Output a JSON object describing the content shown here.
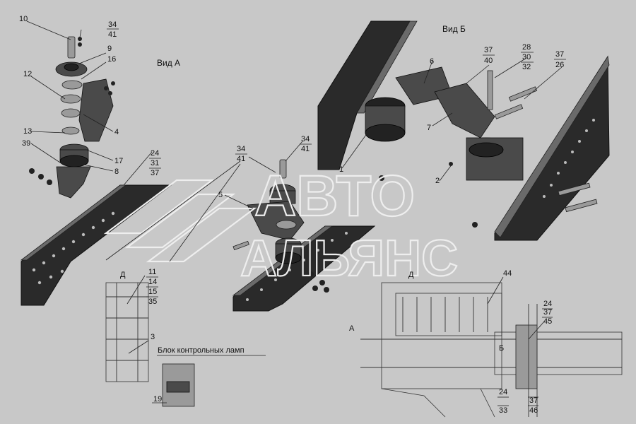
{
  "views": {
    "view_a": "Вид А",
    "view_b": "Вид Б",
    "view_d_left": "Д",
    "view_d_right": "Д",
    "view_a_arrow": "А",
    "view_b_arrow": "Б"
  },
  "watermark": {
    "line1": "АВТО",
    "line2": "АЛЬЯНС"
  },
  "caption": {
    "lamp_block": "Блок контрольных ламп"
  },
  "labels": {
    "l10": "10",
    "l34a": "34",
    "l41a": "41",
    "l9": "9",
    "l16": "16",
    "l12": "12",
    "l4": "4",
    "l13": "13",
    "l17": "17",
    "l39": "39",
    "l8": "8",
    "l24a": "24",
    "l31": "31",
    "l37a": "37",
    "l34b": "34",
    "l41b": "41",
    "l34c": "34",
    "l41c": "41",
    "l5": "5",
    "l6": "6",
    "l37b": "37",
    "l40": "40",
    "l28": "28",
    "l30": "30",
    "l32": "32",
    "l37c": "37",
    "l26": "26",
    "l7": "7",
    "l1": "1",
    "l2": "2",
    "l11": "11",
    "l14": "14",
    "l15": "15",
    "l35": "35",
    "l3": "3",
    "l19": "19",
    "l44": "44",
    "l24b": "24",
    "l37d": "37",
    "l45": "45",
    "l24c": "24",
    "l33": "33",
    "l37e": "37",
    "l46": "46"
  }
}
